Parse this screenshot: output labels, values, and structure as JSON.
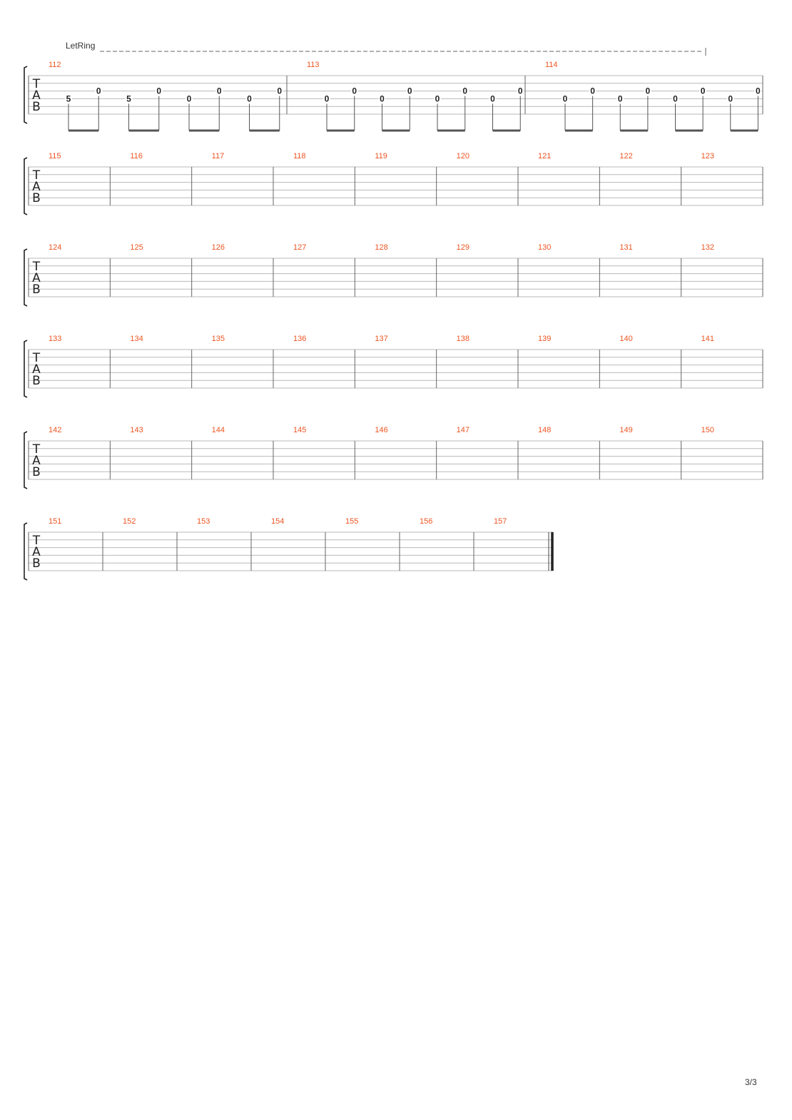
{
  "page": {
    "page_number": "3/3"
  },
  "colors": {
    "measure_number": "#ee5522",
    "staff_line": "#b9b9b9",
    "ink": "#222222",
    "beam": "#555555"
  },
  "clef": {
    "letters": [
      "T",
      "A",
      "B"
    ]
  },
  "effects": {
    "let_ring_label": "LetRing"
  },
  "systems": [
    {
      "let_ring": true,
      "measures": [
        {
          "number": "112",
          "notes": [
            {
              "fret": "5",
              "string": 4,
              "beam": 0
            },
            {
              "fret": "0",
              "string": 3,
              "beam": 0
            },
            {
              "fret": "5",
              "string": 4,
              "beam": 1
            },
            {
              "fret": "0",
              "string": 3,
              "beam": 1
            },
            {
              "fret": "0",
              "string": 4,
              "beam": 2
            },
            {
              "fret": "0",
              "string": 3,
              "beam": 2
            },
            {
              "fret": "0",
              "string": 4,
              "beam": 3
            },
            {
              "fret": "0",
              "string": 3,
              "beam": 3
            }
          ]
        },
        {
          "number": "113",
          "notes": [
            {
              "fret": "0",
              "string": 4,
              "beam": 0
            },
            {
              "fret": "0",
              "string": 3,
              "beam": 0
            },
            {
              "fret": "0",
              "string": 4,
              "beam": 1
            },
            {
              "fret": "0",
              "string": 3,
              "beam": 1
            },
            {
              "fret": "0",
              "string": 4,
              "beam": 2
            },
            {
              "fret": "0",
              "string": 3,
              "beam": 2
            },
            {
              "fret": "0",
              "string": 4,
              "beam": 3
            },
            {
              "fret": "0",
              "string": 3,
              "beam": 3
            }
          ]
        },
        {
          "number": "114",
          "notes": [
            {
              "fret": "0",
              "string": 4,
              "beam": 0
            },
            {
              "fret": "0",
              "string": 3,
              "beam": 0
            },
            {
              "fret": "0",
              "string": 4,
              "beam": 1
            },
            {
              "fret": "0",
              "string": 3,
              "beam": 1
            },
            {
              "fret": "0",
              "string": 4,
              "beam": 2
            },
            {
              "fret": "0",
              "string": 3,
              "beam": 2
            },
            {
              "fret": "0",
              "string": 4,
              "beam": 3
            },
            {
              "fret": "0",
              "string": 3,
              "beam": 3
            }
          ]
        }
      ]
    },
    {
      "measures": [
        {
          "number": "115"
        },
        {
          "number": "116"
        },
        {
          "number": "117"
        },
        {
          "number": "118"
        },
        {
          "number": "119"
        },
        {
          "number": "120"
        },
        {
          "number": "121"
        },
        {
          "number": "122"
        },
        {
          "number": "123"
        }
      ]
    },
    {
      "measures": [
        {
          "number": "124"
        },
        {
          "number": "125"
        },
        {
          "number": "126"
        },
        {
          "number": "127"
        },
        {
          "number": "128"
        },
        {
          "number": "129"
        },
        {
          "number": "130"
        },
        {
          "number": "131"
        },
        {
          "number": "132"
        }
      ]
    },
    {
      "measures": [
        {
          "number": "133"
        },
        {
          "number": "134"
        },
        {
          "number": "135"
        },
        {
          "number": "136"
        },
        {
          "number": "137"
        },
        {
          "number": "138"
        },
        {
          "number": "139"
        },
        {
          "number": "140"
        },
        {
          "number": "141"
        }
      ]
    },
    {
      "measures": [
        {
          "number": "142"
        },
        {
          "number": "143"
        },
        {
          "number": "144"
        },
        {
          "number": "145"
        },
        {
          "number": "146"
        },
        {
          "number": "147"
        },
        {
          "number": "148"
        },
        {
          "number": "149"
        },
        {
          "number": "150"
        }
      ]
    },
    {
      "final_barline": true,
      "measures": [
        {
          "number": "151"
        },
        {
          "number": "152"
        },
        {
          "number": "153"
        },
        {
          "number": "154"
        },
        {
          "number": "155"
        },
        {
          "number": "156"
        },
        {
          "number": "157"
        }
      ]
    }
  ]
}
